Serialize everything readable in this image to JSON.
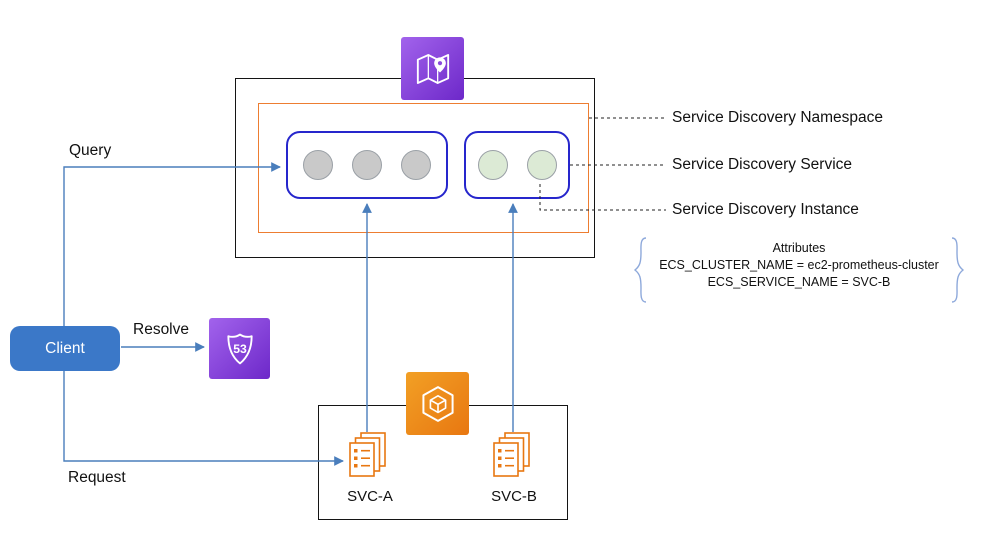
{
  "diagram": {
    "client_label": "Client",
    "arrows": {
      "query": "Query",
      "resolve": "Resolve",
      "request": "Request"
    },
    "callouts": {
      "namespace": "Service Discovery Namespace",
      "service": "Service Discovery Service",
      "instance": "Service Discovery Instance"
    },
    "attributes": {
      "title": "Attributes",
      "lines": [
        "ECS_CLUSTER_NAME = ec2-prometheus-cluster",
        "ECS_SERVICE_NAME = SVC-B"
      ]
    },
    "services": [
      {
        "label": "SVC-A"
      },
      {
        "label": "SVC-B"
      }
    ],
    "icons": {
      "cloud_map": "cloud-map-icon",
      "route53": "route-53-icon",
      "route53_number": "53",
      "ecs": "ecs-icon",
      "task": "ecs-task-icon"
    },
    "colors": {
      "arrow": "#4a7ebc",
      "client": "#3b78c8",
      "namespace_border": "#ED7D31",
      "service_border": "#2626cc",
      "instance_gray": "#c9c9c9",
      "instance_green": "#dcead5",
      "purple_icon": "#6d28c9",
      "orange_icon": "#e87711",
      "brace": "#8ea9db",
      "line_dark": "#222222"
    }
  }
}
